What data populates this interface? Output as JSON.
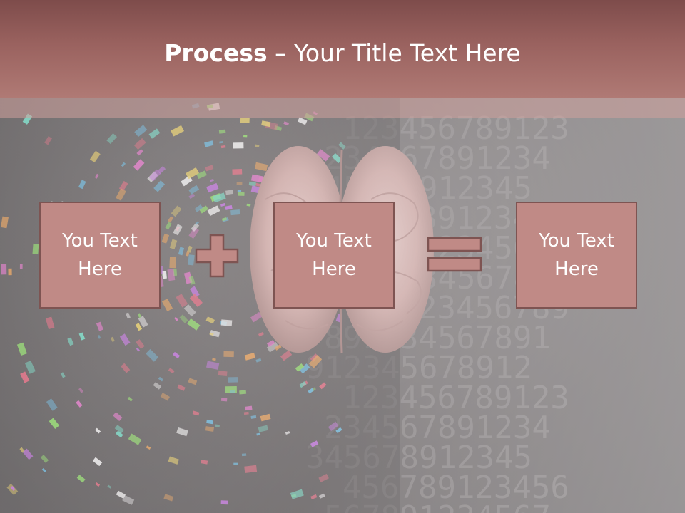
{
  "slide": {
    "title_bold": "Process",
    "title_rest": " – Your Title Text Here"
  },
  "process": {
    "boxes": [
      {
        "text": "You Text Here"
      },
      {
        "text": "You Text Here"
      },
      {
        "text": "You Text Here"
      }
    ],
    "operators": [
      "plus-icon",
      "equals-icon"
    ]
  },
  "colors": {
    "header": "#9a625f",
    "box_fill": "#c08a86",
    "box_border": "#7e5452",
    "text": "#ffffff"
  },
  "background": {
    "numbers_watermark": "123456789123456789123456789123456789"
  }
}
